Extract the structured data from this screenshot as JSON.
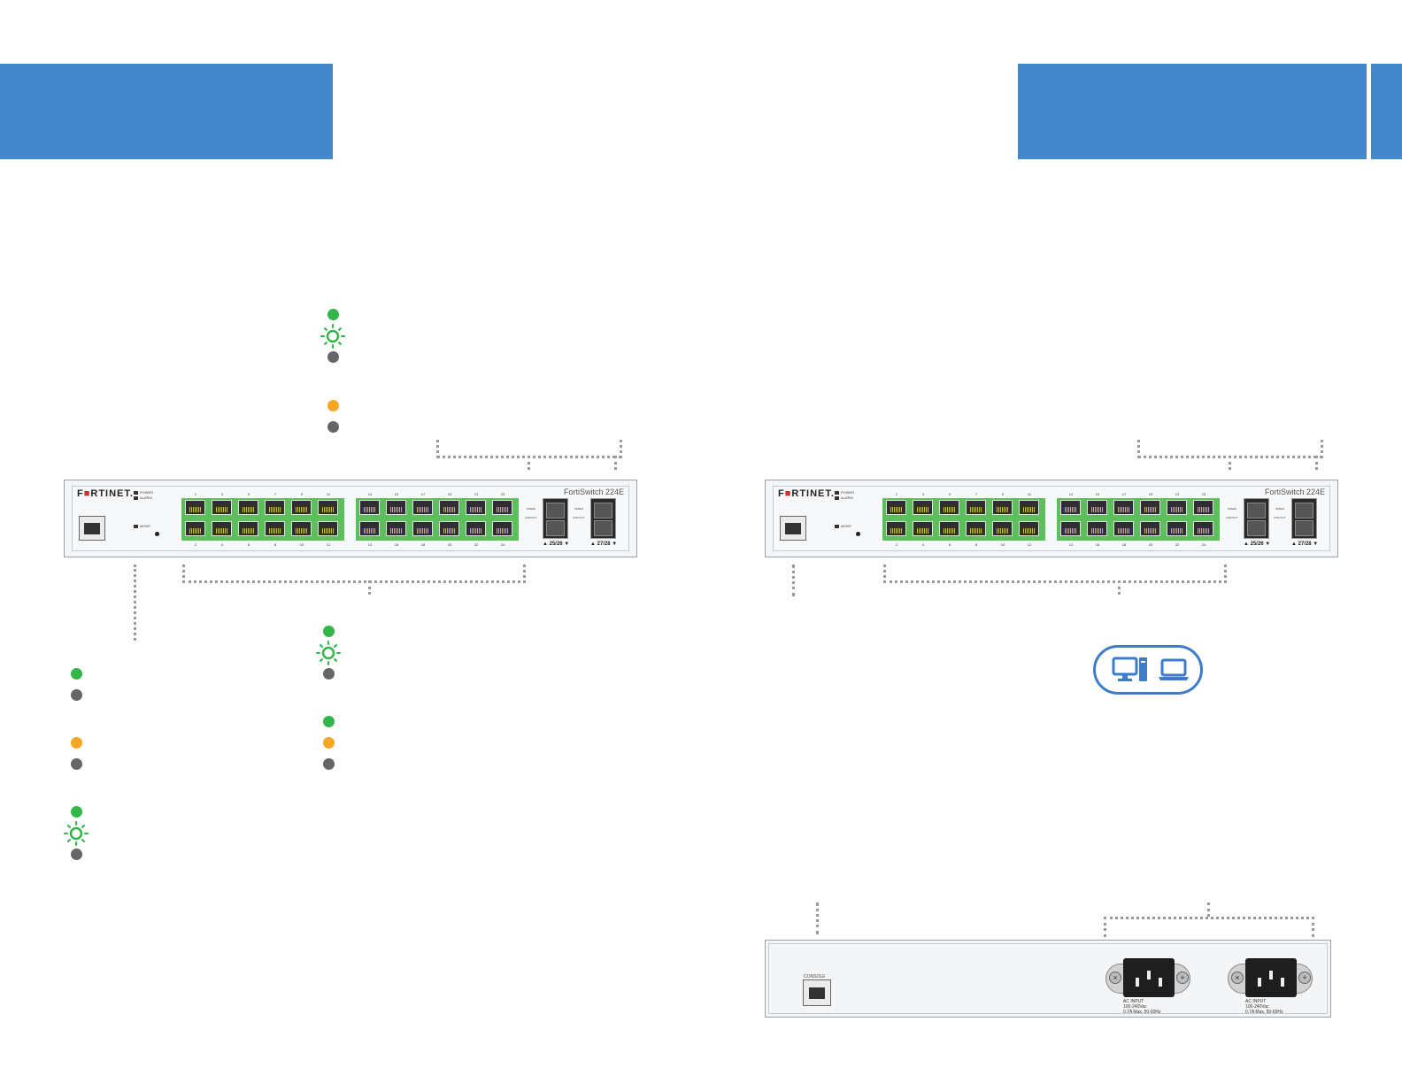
{
  "front_left": {
    "logo_prefix": "F",
    "logo_accent": "■",
    "logo_suffix": "RTINET.",
    "model": "FortiSwitch 224E",
    "led_power": "POWER",
    "led_alarm": "ALARM",
    "led_mgmt": "MGMT",
    "sfp1_label": "▲ 25/26 ▼",
    "sfp2_label": "▲ 27/28 ▼",
    "sfp_speed": "SPEED",
    "sfp_link": "LINK/ACT"
  },
  "front_right": {
    "logo_prefix": "F",
    "logo_accent": "■",
    "logo_suffix": "RTINET.",
    "model": "FortiSwitch 224E",
    "led_power": "POWER",
    "led_alarm": "ALARM",
    "led_mgmt": "MGMT",
    "sfp1_label": "▲ 25/26 ▼",
    "sfp2_label": "▲ 27/28 ▼",
    "sfp_speed": "SPEED",
    "sfp_link": "LINK/ACT"
  },
  "port_numbers_top_left_bank": [
    "1",
    "3",
    "5",
    "7",
    "9",
    "11"
  ],
  "port_numbers_bottom_left_bank": [
    "2",
    "4",
    "6",
    "8",
    "10",
    "12"
  ],
  "port_numbers_top_right_bank": [
    "13",
    "15",
    "17",
    "19",
    "21",
    "23"
  ],
  "port_numbers_bottom_right_bank": [
    "14",
    "16",
    "18",
    "20",
    "22",
    "24"
  ],
  "rear": {
    "console_label": "CONSOLE",
    "ac1_line1": "AC INPUT",
    "ac1_line2": "100-240Vac",
    "ac1_line3": "0.7A Max, 50-60Hz",
    "ac2_line1": "AC INPUT",
    "ac2_line2": "100-240Vac",
    "ac2_line3": "0.7A Max, 50-60Hz"
  },
  "colors": {
    "header_band": "#4488cc",
    "led_green": "#33b54a",
    "led_amber": "#f5a623",
    "led_off": "#666666",
    "port_bank": "#5cbf5c",
    "device_pill": "#3d7cc9"
  },
  "icons": [
    "sun-blink-icon",
    "desktop-icon",
    "laptop-icon"
  ]
}
